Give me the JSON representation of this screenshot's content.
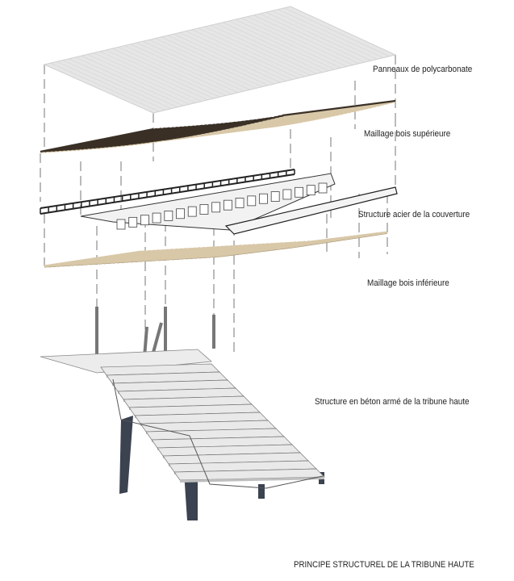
{
  "labels": {
    "polycarbonate": "Panneaux de polycarbonate",
    "upper_timber": "Maillage bois supérieure",
    "steel_roof": "Structure acier de la couverture",
    "lower_timber": "Maillage bois inférieure",
    "concrete": "Structure en béton armé de la tribune haute"
  },
  "title": "PRINCIPE STRUCTUREL DE LA TRIBUNE HAUTE",
  "colors": {
    "panel": "#e6e6e6",
    "timber": "#d8c8a8",
    "timber_dark": "#3a3026",
    "steel": "#222222",
    "concrete": "#e9e9e9",
    "legs": "#3b4250"
  }
}
